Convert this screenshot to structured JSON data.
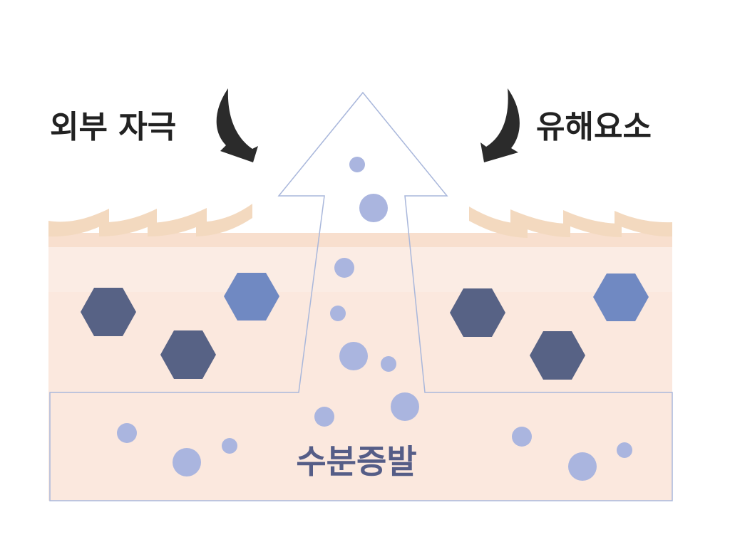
{
  "labels": {
    "external_stimulus": "외부 자극",
    "harmful_factors": "유해요소",
    "moisture_evaporation": "수분증발"
  },
  "colors": {
    "background": "#ffffff",
    "skin_top": "#f8dfce",
    "skin_band": "#fbece4",
    "skin_body": "#fbe8de",
    "skin_scale": "#f3d9bf",
    "hex_dark": "#576285",
    "hex_light": "#7089c2",
    "bubble": "#aab5df",
    "outline": "#a9b7db",
    "curved_arrow": "#2b2b2b",
    "label_dark": "#222222",
    "label_accent": "#555d87"
  },
  "icons": {
    "left_arrow": "curved-down-arrow-icon",
    "right_arrow": "curved-down-arrow-icon",
    "cell": "hexagon-icon",
    "droplet": "circle-icon"
  }
}
